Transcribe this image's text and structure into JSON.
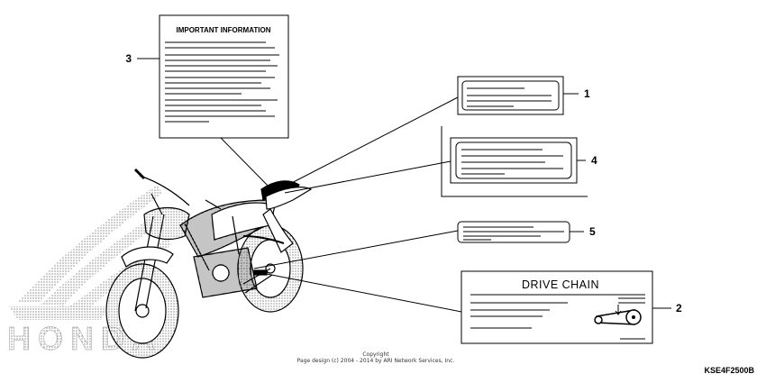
{
  "labels": {
    "important_title": "IMPORTANT INFORMATION",
    "drive_chain_title": "DRIVE CHAIN"
  },
  "callouts": {
    "c1": "1",
    "c2": "2",
    "c3": "3",
    "c4": "4",
    "c5": "5"
  },
  "logo": {
    "brand_text": "HONDA"
  },
  "copyright": {
    "line1": "Copyright",
    "line2": "Page design (c) 2004 - 2014 by ARI Network Services, Inc."
  },
  "diagram_code": "KSE4F2500B"
}
